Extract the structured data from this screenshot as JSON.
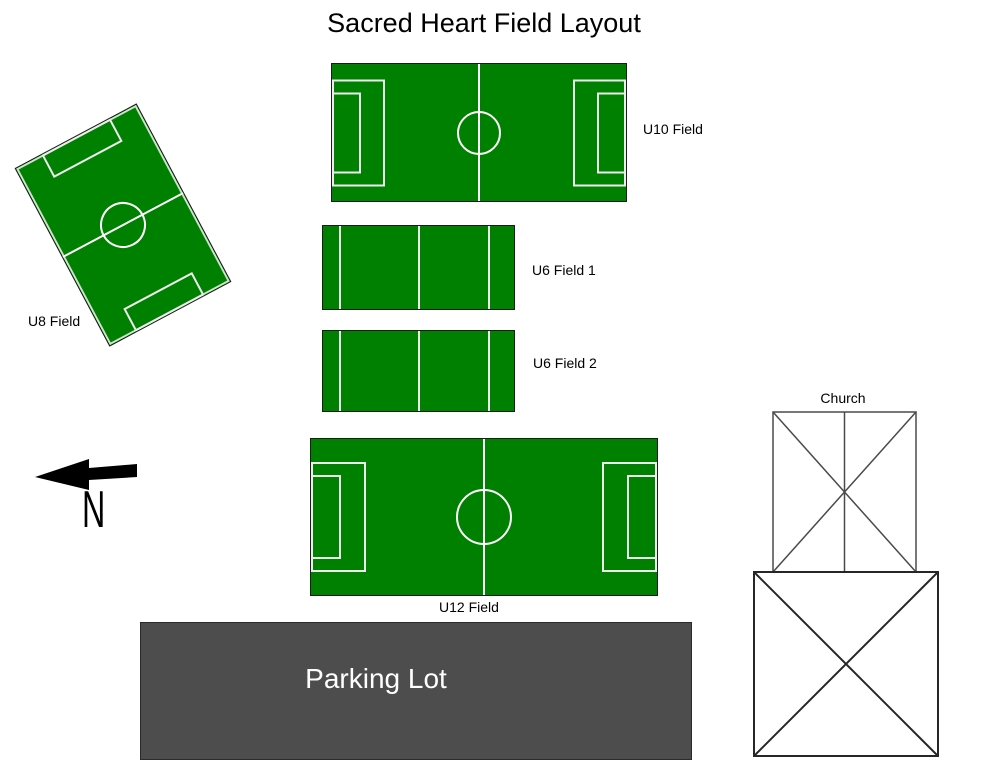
{
  "title": "Sacred Heart Field Layout",
  "fields": {
    "u10": {
      "label": "U10 Field"
    },
    "u8": {
      "label": "U8 Field"
    },
    "u6_1": {
      "label": "U6 Field 1"
    },
    "u6_2": {
      "label": "U6 Field 2"
    },
    "u12": {
      "label": "U12 Field"
    }
  },
  "church": {
    "label": "Church"
  },
  "parking": {
    "label": "Parking Lot"
  },
  "compass": {
    "letter": "N"
  },
  "colors": {
    "field_green": "#008000",
    "field_line": "#ededed",
    "field_line_bright": "#ffffff",
    "field_border": "#1c1c1c",
    "parking_fill": "#4d4d4d",
    "parking_border": "#2b2b2b",
    "parking_text": "#ffffff",
    "church_upper_stroke": "#4a4a4a",
    "church_lower_stroke": "#262626",
    "arrow_color": "#000000"
  }
}
